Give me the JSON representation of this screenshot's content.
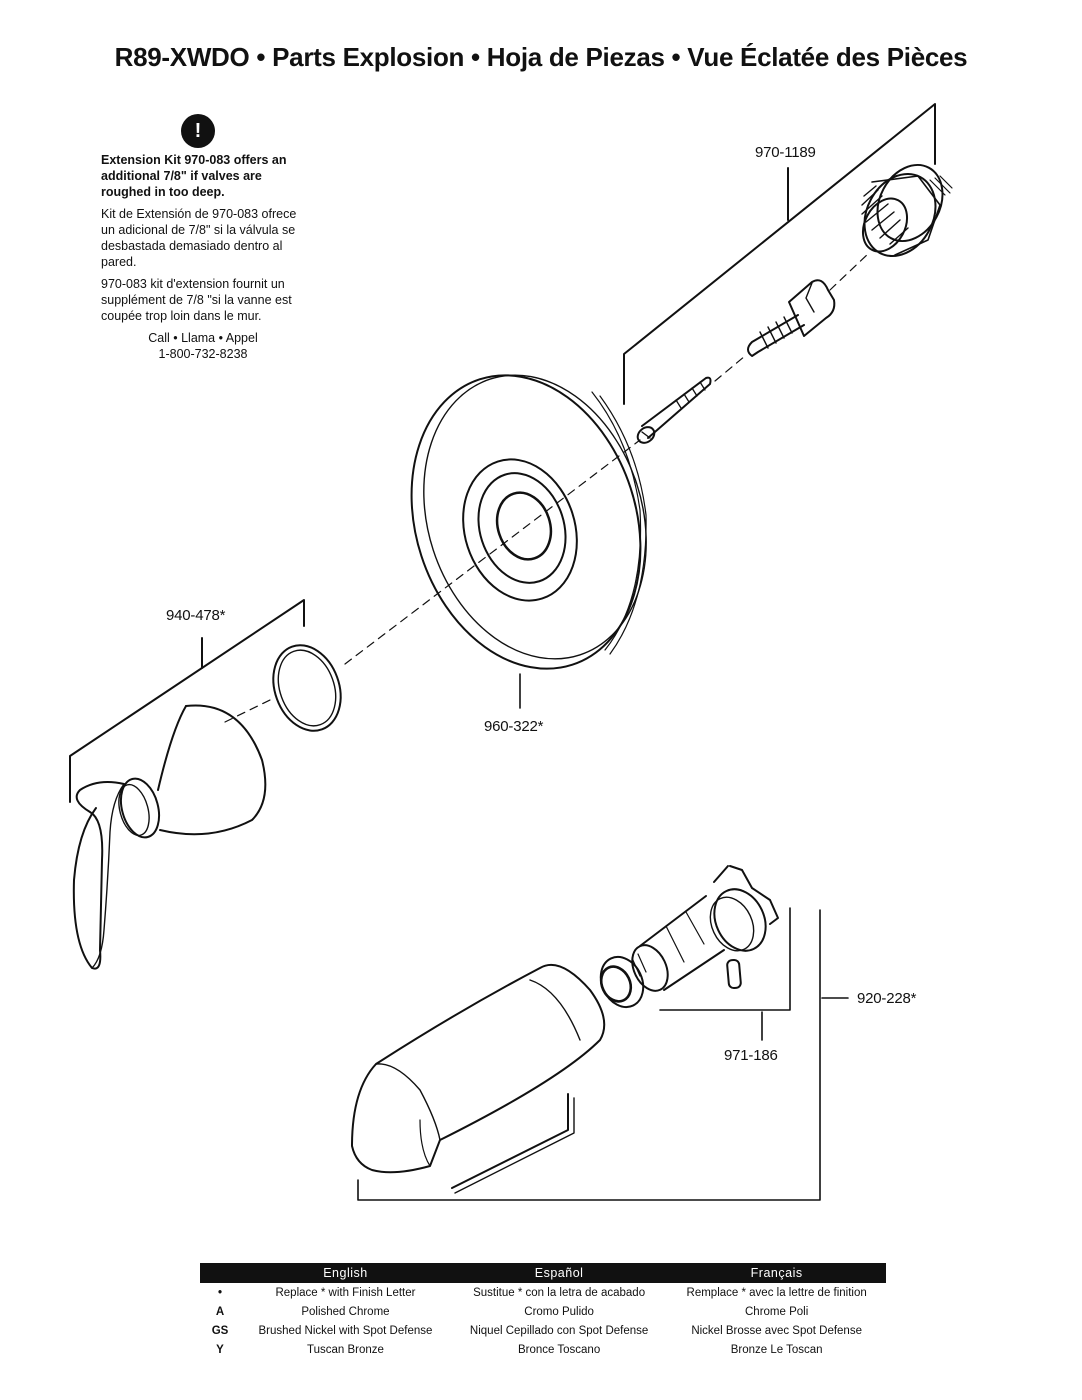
{
  "title": "R89-XWDO  •  Parts Explosion  •  Hoja de Piezas  •  Vue Éclatée des Pièces",
  "alert_icon": "!",
  "note": {
    "en": "Extension Kit 970-083 offers an additional 7/8\" if valves are roughed in too deep.",
    "es": "Kit de Extensión de 970-083 ofrece un adicional de 7/8\" si la válvula se desbastada demasiado dentro al pared.",
    "fr": "970-083 kit d'extension fournit un supplément de 7/8 \"si la vanne est coupée trop loin dans le mur.",
    "call": "Call • Llama • Appel",
    "phone": "1-800-732-8238"
  },
  "parts": {
    "p1": "970-1189",
    "p2": "940-478*",
    "p3": "960-322*",
    "p4": "920-228*",
    "p5": "971-186"
  },
  "legend": {
    "headers": [
      "English",
      "Español",
      "Français"
    ],
    "rows": [
      {
        "code": "•",
        "en": "Replace * with Finish Letter",
        "es": "Sustitue * con la letra de acabado",
        "fr": "Remplace * avec la lettre de finition"
      },
      {
        "code": "A",
        "en": "Polished Chrome",
        "es": "Cromo Pulido",
        "fr": "Chrome Poli"
      },
      {
        "code": "GS",
        "en": "Brushed Nickel with Spot Defense",
        "es": "Niquel Cepillado con Spot Defense",
        "fr": "Nickel Brosse avec Spot Defense"
      },
      {
        "code": "Y",
        "en": "Tuscan Bronze",
        "es": "Bronce Toscano",
        "fr": "Bronze Le Toscan"
      }
    ]
  }
}
